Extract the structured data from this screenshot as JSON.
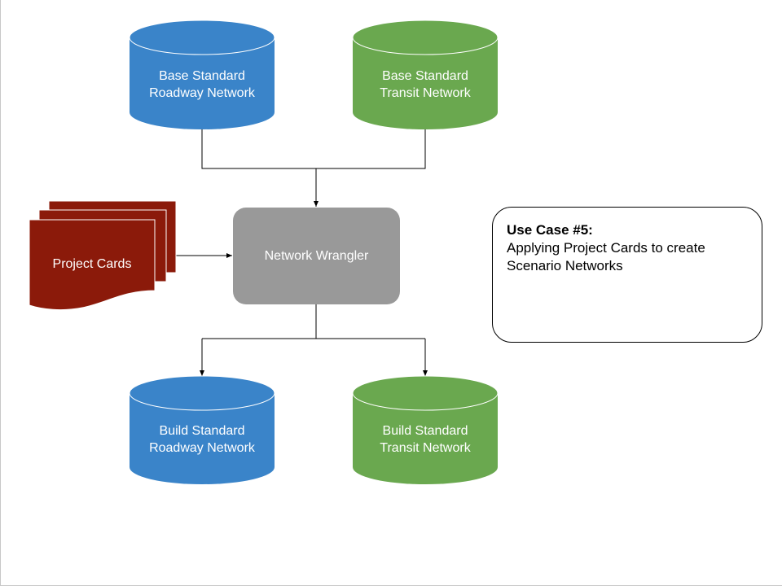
{
  "nodes": {
    "base_roadway": {
      "line1": "Base Standard",
      "line2": "Roadway Network",
      "color": "#3a84c9"
    },
    "base_transit": {
      "line1": "Base Standard",
      "line2": "Transit Network",
      "color": "#6aa84f"
    },
    "project_cards": {
      "label": "Project Cards",
      "color": "#8b1a0a"
    },
    "wrangler": {
      "label": "Network Wrangler",
      "color": "#999999"
    },
    "build_roadway": {
      "line1": "Build Standard",
      "line2": "Roadway Network",
      "color": "#3a84c9"
    },
    "build_transit": {
      "line1": "Build Standard",
      "line2": "Transit Network",
      "color": "#6aa84f"
    }
  },
  "use_case": {
    "title": "Use Case #5:",
    "body": "Applying Project Cards to create Scenario Networks"
  }
}
